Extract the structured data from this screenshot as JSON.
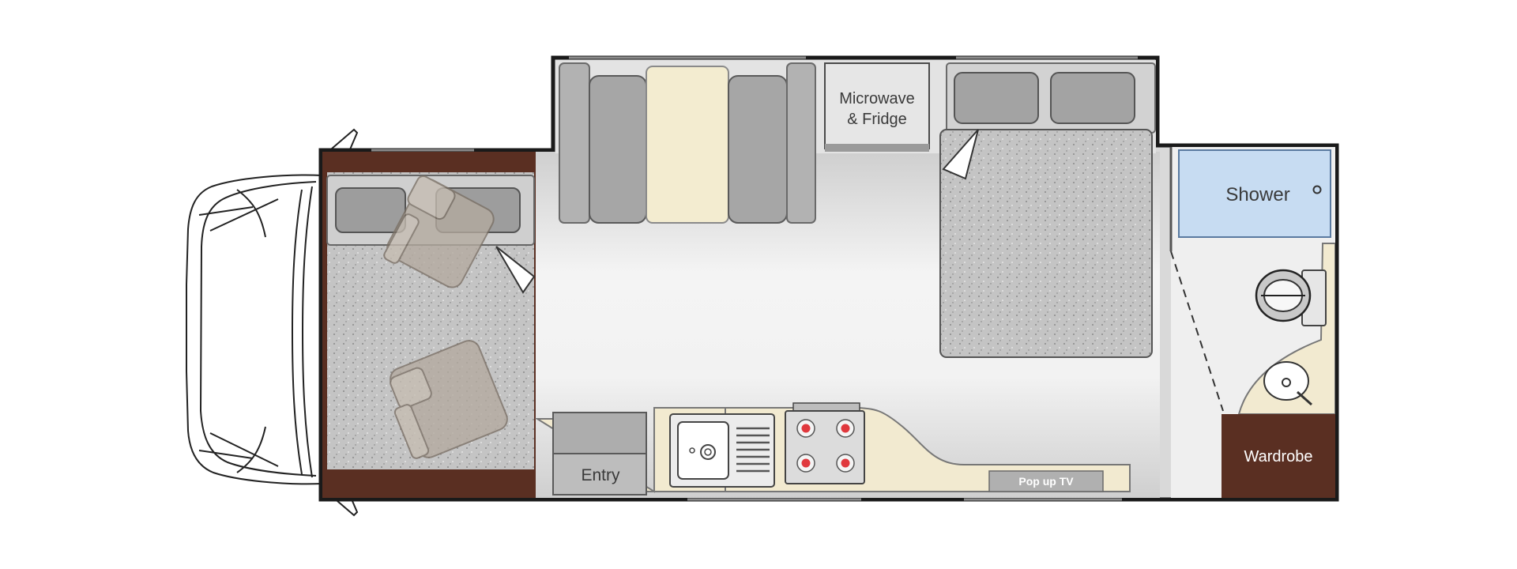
{
  "labels": {
    "microwave_line1": "Microwave",
    "microwave_line2": "& Fridge",
    "shower": "Shower",
    "entry": "Entry",
    "wardrobe": "Wardrobe",
    "popup_tv": "Pop up TV"
  },
  "colors": {
    "wood": "#5a2f22",
    "carpet": "#c4c4c4",
    "cushion": "#9d9d9d",
    "table": "#f3ecd0",
    "bench": "#f2ead0",
    "shower": "#c7dcf2",
    "floor": "#d9d9d9",
    "burner": "#e0383d"
  }
}
